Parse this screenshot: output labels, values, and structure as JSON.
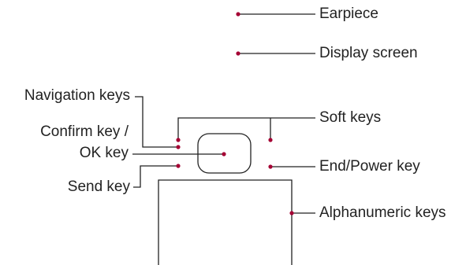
{
  "labels": {
    "earpiece": "Earpiece",
    "display_screen": "Display screen",
    "navigation_keys": "Navigation keys",
    "confirm_key_line1": "Confirm key /",
    "confirm_key_line2": "OK key",
    "send_key": "Send key",
    "soft_keys": "Soft keys",
    "end_power_key": "End/Power key",
    "alphanumeric_keys": "Alphanumeric keys"
  },
  "colors": {
    "line": "#222222",
    "accent": "#a50034"
  }
}
